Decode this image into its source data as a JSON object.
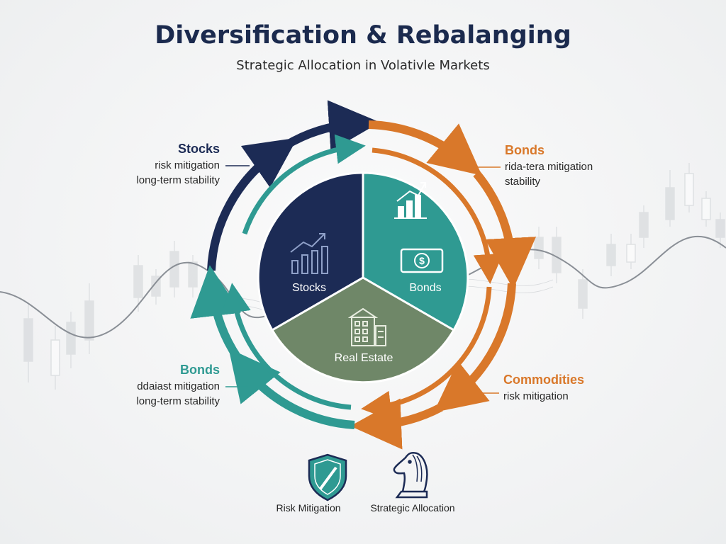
{
  "header": {
    "title": "Diversification & Rebalanging",
    "subtitle": "Strategic Allocation in Volativle Markets"
  },
  "segments": [
    {
      "label": "Stocks",
      "color": "#1c2b55",
      "icon": "growth-chart-icon"
    },
    {
      "label": "Bonds",
      "color": "#2f9a92",
      "icon": "bar-chart-up-icon"
    },
    {
      "label": "Real Estate",
      "color": "#6f8768",
      "icon": "building-icon"
    }
  ],
  "bonds_extra_icon": "dollar-bill-icon",
  "callouts": {
    "top_left": {
      "head": "Stocks",
      "lines": [
        "risk mitigation",
        "long-term stability"
      ],
      "color": "#1c2b55"
    },
    "top_right": {
      "head": "Bonds",
      "lines": [
        "rida-tera mitigation",
        "stability"
      ],
      "color": "#d9782a"
    },
    "bottom_left": {
      "head": "Bonds",
      "lines": [
        "ddaiast mitigation",
        "long-term stability"
      ],
      "color": "#2f9a92"
    },
    "bottom_right": {
      "head": "Commodities",
      "lines": [
        "risk mitigation"
      ],
      "color": "#d9782a"
    }
  },
  "bottom_icons": [
    {
      "label": "Risk Mitigation",
      "icon": "shield-icon"
    },
    {
      "label": "Strategic Allocation",
      "icon": "chess-knight-icon"
    }
  ],
  "colors": {
    "navy": "#1c2b55",
    "teal": "#2f9a92",
    "orange": "#d9782a",
    "sage": "#6f8768"
  }
}
